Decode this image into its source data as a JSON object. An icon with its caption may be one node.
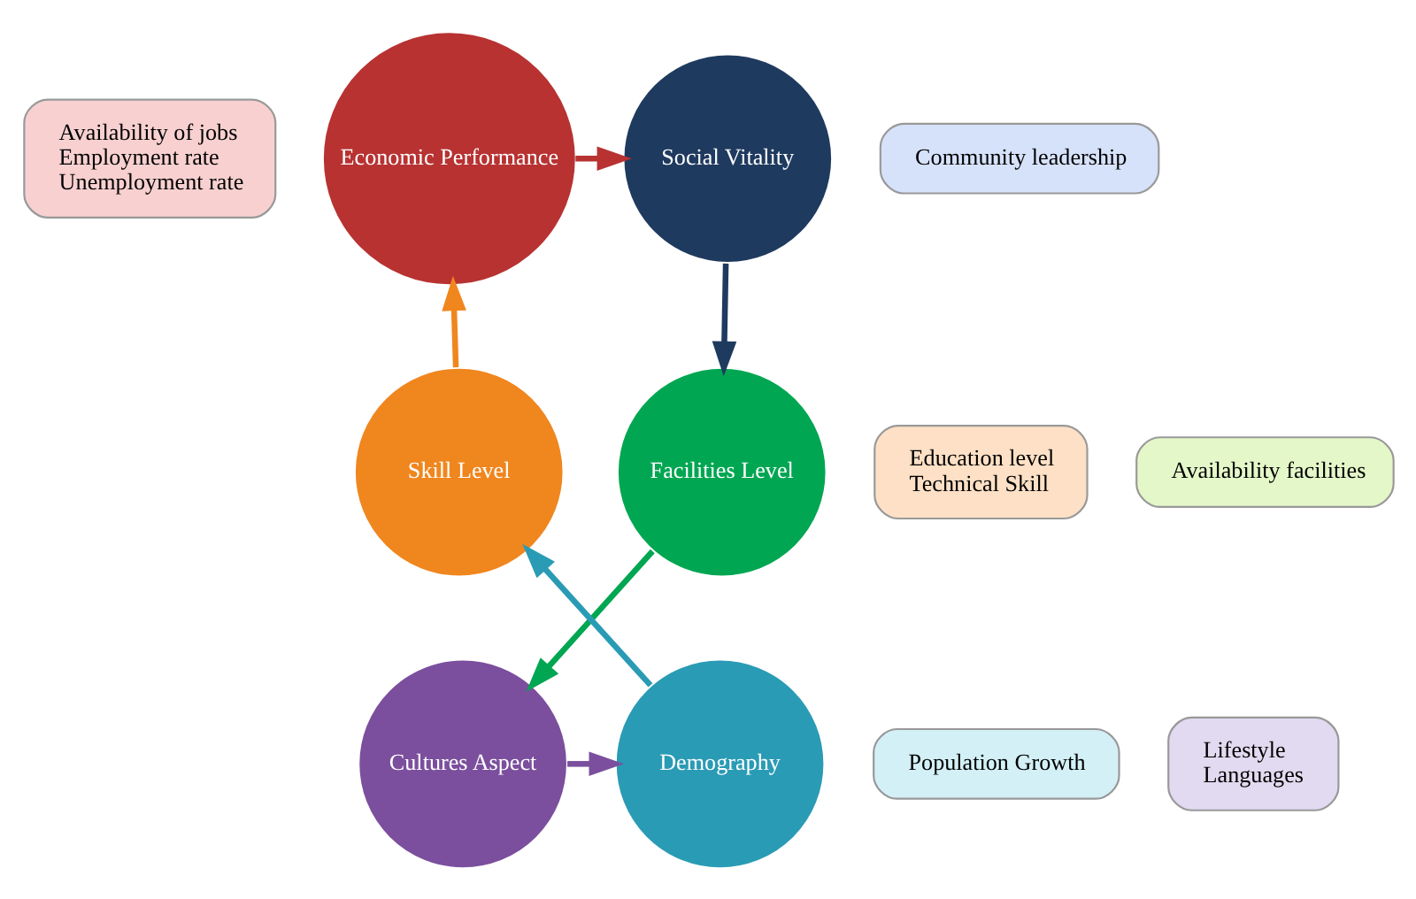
{
  "diagram": {
    "nodes": [
      {
        "text": [
          "Availability of jobs",
          "Employment rate",
          "Unemployment rate"
        ]
      },
      {
        "text": [
          "Economic Performance"
        ]
      },
      {
        "text": [
          "Social Vitality"
        ]
      },
      {
        "text": [
          "Community leadership"
        ]
      },
      {
        "text": [
          "Education level",
          "Technical Skill"
        ]
      },
      {
        "text": [
          "Skill Level"
        ]
      },
      {
        "text": [
          "Facilities Level"
        ]
      },
      {
        "text": [
          "Availability facilities"
        ]
      },
      {
        "text": [
          "Population Growth"
        ]
      },
      {
        "text": [
          "Demography"
        ]
      },
      {
        "text": [
          "Cultures Aspect"
        ]
      },
      {
        "text": [
          "Lifestyle",
          "Languages"
        ]
      }
    ],
    "edges": [
      {
        "from": 1,
        "to": 2,
        "arrow": "to",
        "color": "#b83232"
      },
      {
        "from": 2,
        "to": 6,
        "arrow": "to",
        "color": "#1f3a5f"
      },
      {
        "from": 6,
        "to": 10,
        "arrow": "to",
        "color": "#00a651"
      },
      {
        "from": 10,
        "to": 9,
        "arrow": "to",
        "color": "#7b4f9d"
      },
      {
        "from": 9,
        "to": 5,
        "arrow": "to",
        "color": "#2a9bb5"
      },
      {
        "from": 5,
        "to": 1,
        "arrow": "to",
        "color": "#f0861e"
      }
    ]
  }
}
